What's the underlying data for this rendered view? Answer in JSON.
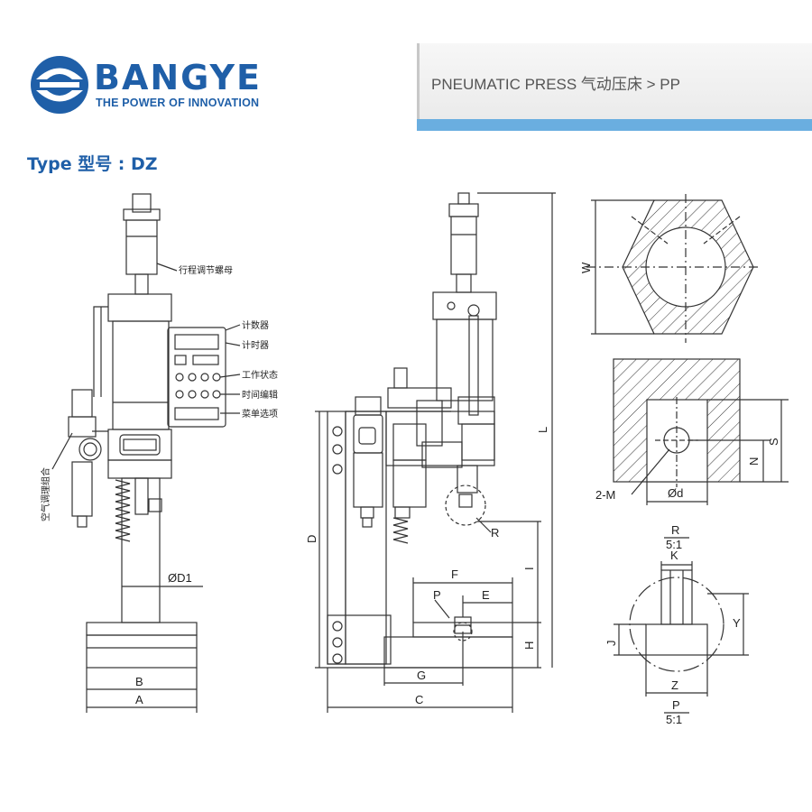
{
  "brand": {
    "name": "BANGYE",
    "tagline": "THE POWER OF INNOVATION",
    "color": "#1f5fa8"
  },
  "header": {
    "title": "PNEUMATIC PRESS 气动压床 > PP",
    "accent_color": "#6aaee0"
  },
  "type_label": "Type 型号 : DZ",
  "callouts": {
    "stroke_nut": "行程调节螺母",
    "counter": "计数器",
    "timer": "计时器",
    "work_status": "工作状态",
    "time_edit": "时间编辑",
    "menu_select": "菜单选项",
    "air_unit": "空气调理组合"
  },
  "dimensions": {
    "A": "A",
    "B": "B",
    "C": "C",
    "D": "D",
    "E": "E",
    "F": "F",
    "G": "G",
    "H": "H",
    "I": "I",
    "L": "L",
    "P": "P",
    "R": "R",
    "J": "J",
    "K": "K",
    "W": "W",
    "S": "S",
    "N": "N",
    "Y": "Y",
    "Z": "Z",
    "D1": "ØD1",
    "d": "Ød",
    "M": "2-M"
  },
  "detail_labels": {
    "r_title": "R",
    "r_scale": "5:1",
    "p_title": "P",
    "p_scale": "5:1"
  }
}
